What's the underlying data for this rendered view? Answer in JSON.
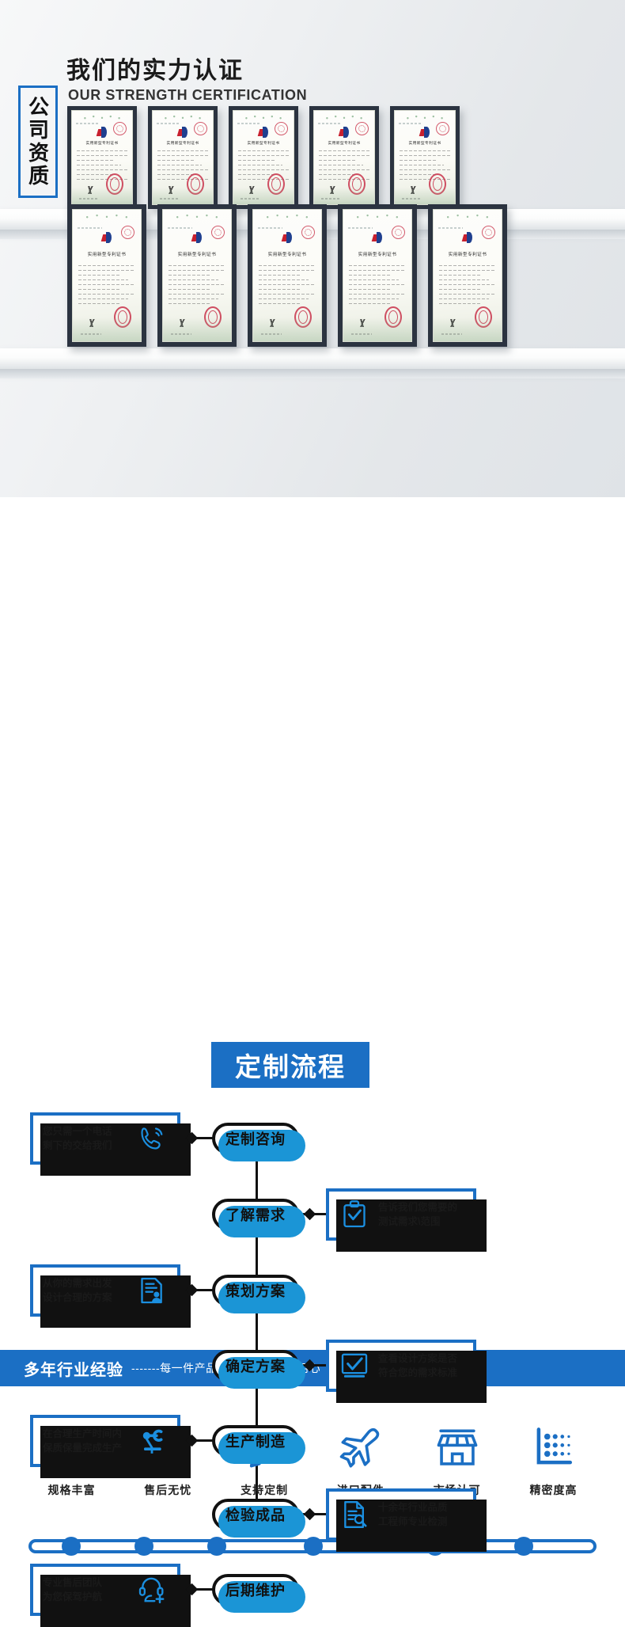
{
  "certification": {
    "heading_cn": "我们的实力认证",
    "heading_en": "OUR STRENGTH CERTIFICATION",
    "badge_label": "公司资质",
    "certificate_title": "实用新型专利证书",
    "row1_count": 5,
    "row2_count": 5
  },
  "flow": {
    "title": "定制流程",
    "steps": [
      {
        "node": "定制咨询",
        "side": "left",
        "card": "您只需一个电话\n剩下的交给我们",
        "icon": "phone-call-icon"
      },
      {
        "node": "了解需求",
        "side": "right",
        "card": "告诉我们您需要的\n测试需求\\范围",
        "icon": "clipboard-check-icon"
      },
      {
        "node": "策划方案",
        "side": "left",
        "card": "从你的需求出发\n设计合理的方案",
        "icon": "document-person-icon"
      },
      {
        "node": "确定方案",
        "side": "right",
        "card": "查看设计方案是否\n符合您的需求标准",
        "icon": "monitor-check-icon"
      },
      {
        "node": "生产制造",
        "side": "left",
        "card": "在合理生产时间内\n保质保量完成生产",
        "icon": "robot-arm-icon"
      },
      {
        "node": "检验成品",
        "side": "right",
        "card": "十余年行业品质\n工程师专业检测",
        "icon": "document-search-icon"
      },
      {
        "node": "后期维护",
        "side": "left",
        "card": "专业售后团队\n为您保驾护航",
        "icon": "headset-support-icon"
      }
    ]
  },
  "banner": {
    "main": "多年行业经验",
    "sub": "-------每一件产品都能体现我们的用心"
  },
  "features": [
    {
      "label": "规格丰富",
      "icon": "layers-icon"
    },
    {
      "label": "售后无忧",
      "icon": "shield-after-sales-icon"
    },
    {
      "label": "支持定制",
      "icon": "ruler-pencil-icon"
    },
    {
      "label": "进口配件",
      "icon": "airplane-icon"
    },
    {
      "label": "市场认可",
      "icon": "storefront-icon"
    },
    {
      "label": "精密度高",
      "icon": "precision-chart-icon"
    }
  ],
  "colors": {
    "brand_blue": "#1b6fc4",
    "accent_cyan": "#1b95d6",
    "ink": "#111111"
  }
}
